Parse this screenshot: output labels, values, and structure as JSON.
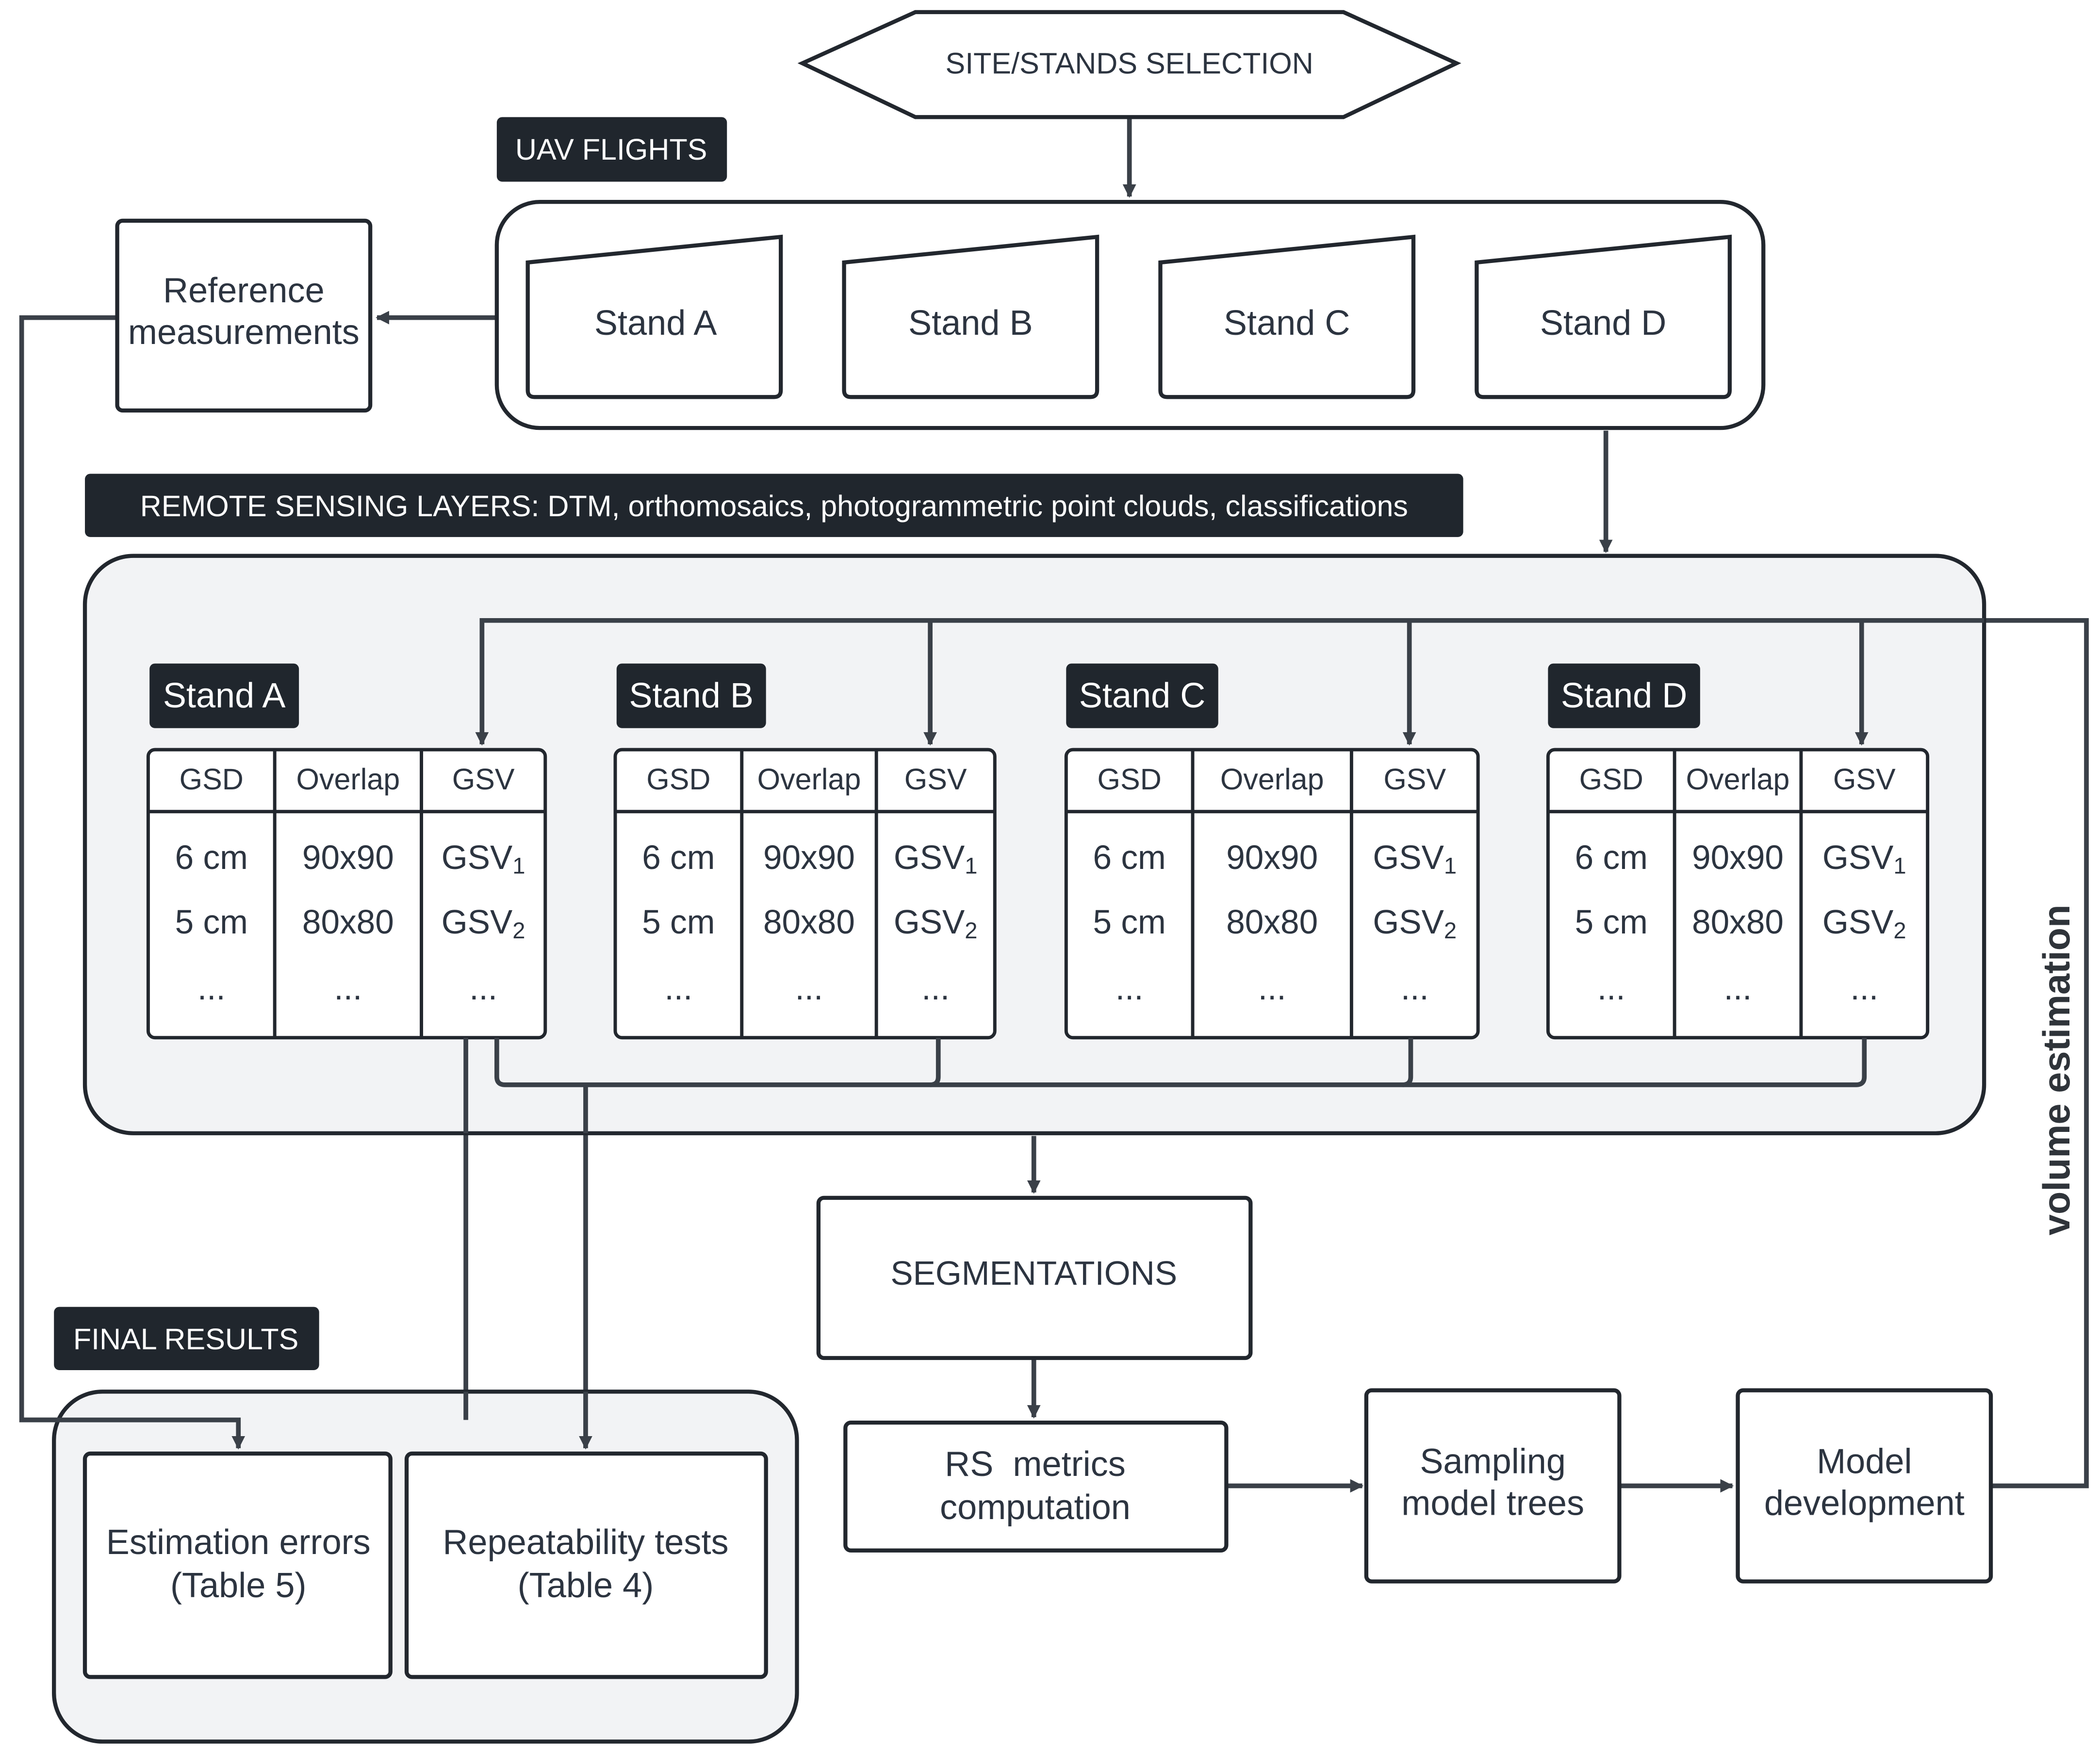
{
  "top": {
    "site_selection": "SITE/STANDS SELECTION"
  },
  "uav": {
    "badge": "UAV FLIGHTS",
    "stands": [
      "Stand A",
      "Stand B",
      "Stand C",
      "Stand D"
    ]
  },
  "reference": {
    "line1": "Reference",
    "line2": "measurements"
  },
  "rs_layers": {
    "badge": "REMOTE SENSING LAYERS: DTM, orthomosaics, photogrammetric point clouds, classifications",
    "stands": [
      {
        "badge": "Stand A",
        "headers": [
          "GSD",
          "Overlap",
          "GSV"
        ],
        "gsd": [
          "6 cm",
          "5 cm",
          "..."
        ],
        "overlap": [
          "90x90",
          "80x80",
          "..."
        ],
        "gsv": [
          "GSV",
          "GSV",
          "..."
        ],
        "gsv_sub": [
          "1",
          "2",
          ""
        ]
      },
      {
        "badge": "Stand B",
        "headers": [
          "GSD",
          "Overlap",
          "GSV"
        ],
        "gsd": [
          "6 cm",
          "5 cm",
          "..."
        ],
        "overlap": [
          "90x90",
          "80x80",
          "..."
        ],
        "gsv": [
          "GSV",
          "GSV",
          "..."
        ],
        "gsv_sub": [
          "1",
          "2",
          ""
        ]
      },
      {
        "badge": "Stand C",
        "headers": [
          "GSD",
          "Overlap",
          "GSV"
        ],
        "gsd": [
          "6 cm",
          "5 cm",
          "..."
        ],
        "overlap": [
          "90x90",
          "80x80",
          "..."
        ],
        "gsv": [
          "GSV",
          "GSV",
          "..."
        ],
        "gsv_sub": [
          "1",
          "2",
          ""
        ]
      },
      {
        "badge": "Stand D",
        "headers": [
          "GSD",
          "Overlap",
          "GSV"
        ],
        "gsd": [
          "6 cm",
          "5 cm",
          "..."
        ],
        "overlap": [
          "90x90",
          "80x80",
          "..."
        ],
        "gsv": [
          "GSV",
          "GSV",
          "..."
        ],
        "gsv_sub": [
          "1",
          "2",
          ""
        ]
      }
    ]
  },
  "volume_label": "volume estimation",
  "segmentations": "SEGMENTATIONS",
  "rs_metrics": {
    "line1": "RS  metrics",
    "line2": "computation"
  },
  "sampling": {
    "line1": "Sampling",
    "line2": "model trees"
  },
  "model": {
    "line1": "Model",
    "line2": "development"
  },
  "final": {
    "badge": "FINAL RESULTS",
    "errors": {
      "line1": "Estimation errors",
      "line2": "(Table 5)"
    },
    "repeat": {
      "line1": "Repeatability tests",
      "line2": "(Table 4)"
    }
  },
  "colors": {
    "badge_bg": "#20262d",
    "group_bg": "#f2f3f5",
    "stroke": "#22272e",
    "text": "#2c3440"
  }
}
